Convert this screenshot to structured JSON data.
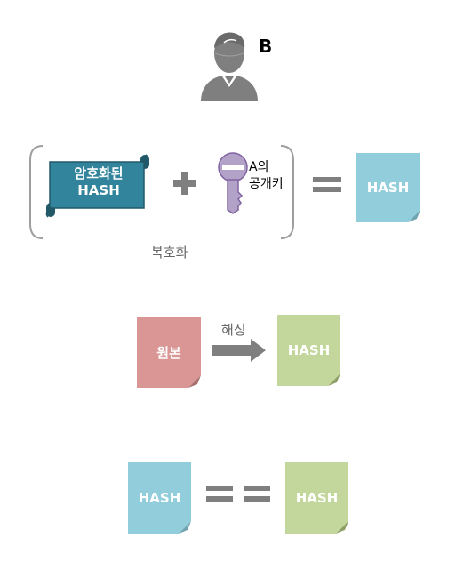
{
  "person": {
    "label": "B"
  },
  "decrypt": {
    "scroll_text_line1": "암호화된",
    "scroll_text_line2": "HASH",
    "key_label_line1": "A의",
    "key_label_line2": "공개키",
    "result_label": "HASH",
    "caption": "복호화"
  },
  "hashing": {
    "source_label": "원본",
    "arrow_label": "해싱",
    "result_label": "HASH"
  },
  "compare": {
    "left_label": "HASH",
    "right_label": "HASH"
  },
  "colors": {
    "blue_note": "#92CDDC",
    "green_note": "#C3D69B",
    "red_note": "#D99694",
    "scroll": "#31849B",
    "key": "#B3A2C7",
    "gray": "#7F7F7F"
  }
}
